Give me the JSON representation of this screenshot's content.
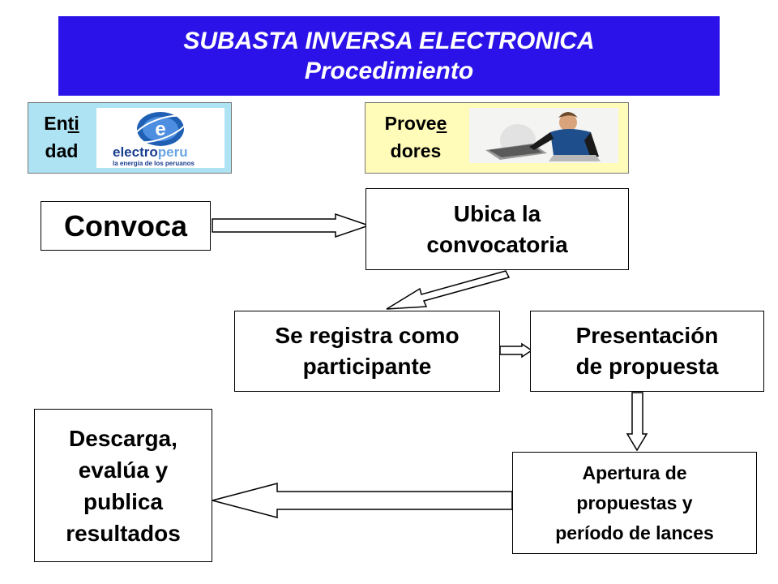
{
  "header": {
    "title_line1": "SUBASTA INVERSA ELECTRONICA",
    "title_line2": "Procedimiento"
  },
  "legend": {
    "entidad": {
      "label_part1": "En",
      "label_part2": "ti",
      "label_part3": "dad",
      "color": "#aee3f3"
    },
    "proveedores": {
      "label_part1": "Prove",
      "label_part2": "e",
      "label_part3": "dores",
      "color": "#fffbb8"
    },
    "logo": {
      "brand_a": "electro",
      "brand_b": "peru",
      "tagline": "la energía de los peruanos",
      "icon_letter": "e"
    }
  },
  "steps": {
    "convoca": "Convoca",
    "ubica": "Ubica la\nconvocatoria",
    "registra": "Se registra como\nparticipante",
    "presentacion": "Presentación\nde propuesta",
    "descarga": "Descarga,\nevalúa y\npublica\nresultados",
    "apertura": "Apertura de\npropuestas y\nperíodo de lances"
  }
}
